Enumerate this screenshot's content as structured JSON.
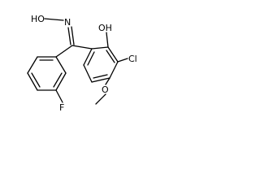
{
  "molecule": {
    "atoms": {
      "oxime_oh": "HO",
      "oxime_n": "N",
      "phenol_oh": "OH",
      "chlorine": "Cl",
      "methoxy_o": "O",
      "fluorine": "F"
    }
  }
}
